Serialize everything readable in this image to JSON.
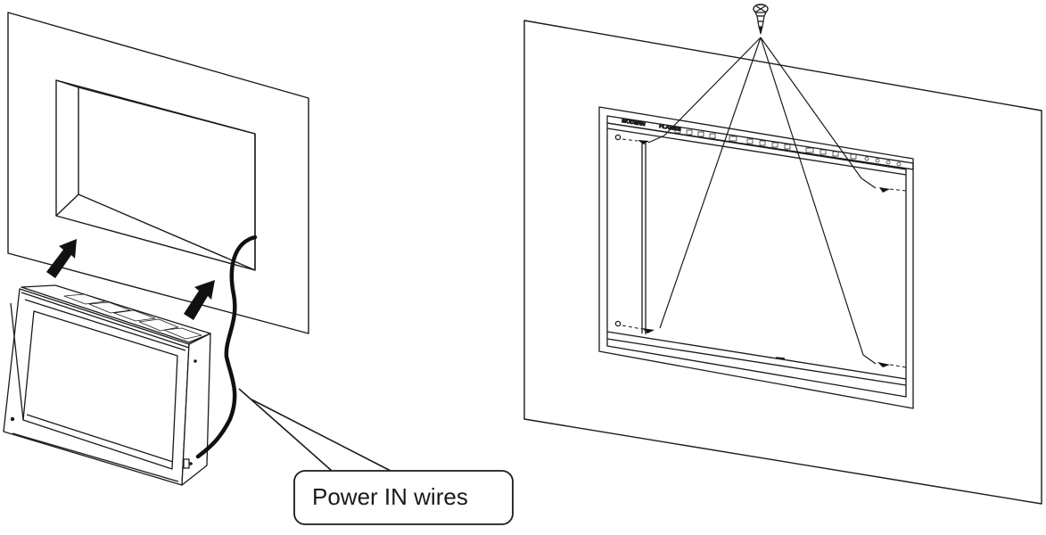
{
  "callout": {
    "label": "Power IN wires"
  },
  "frame_text": {
    "left": "MODERN",
    "middle": "FLAMES"
  },
  "colors": {
    "line": "#1a1a1a",
    "background": "#ffffff",
    "arrow": "#111111"
  }
}
